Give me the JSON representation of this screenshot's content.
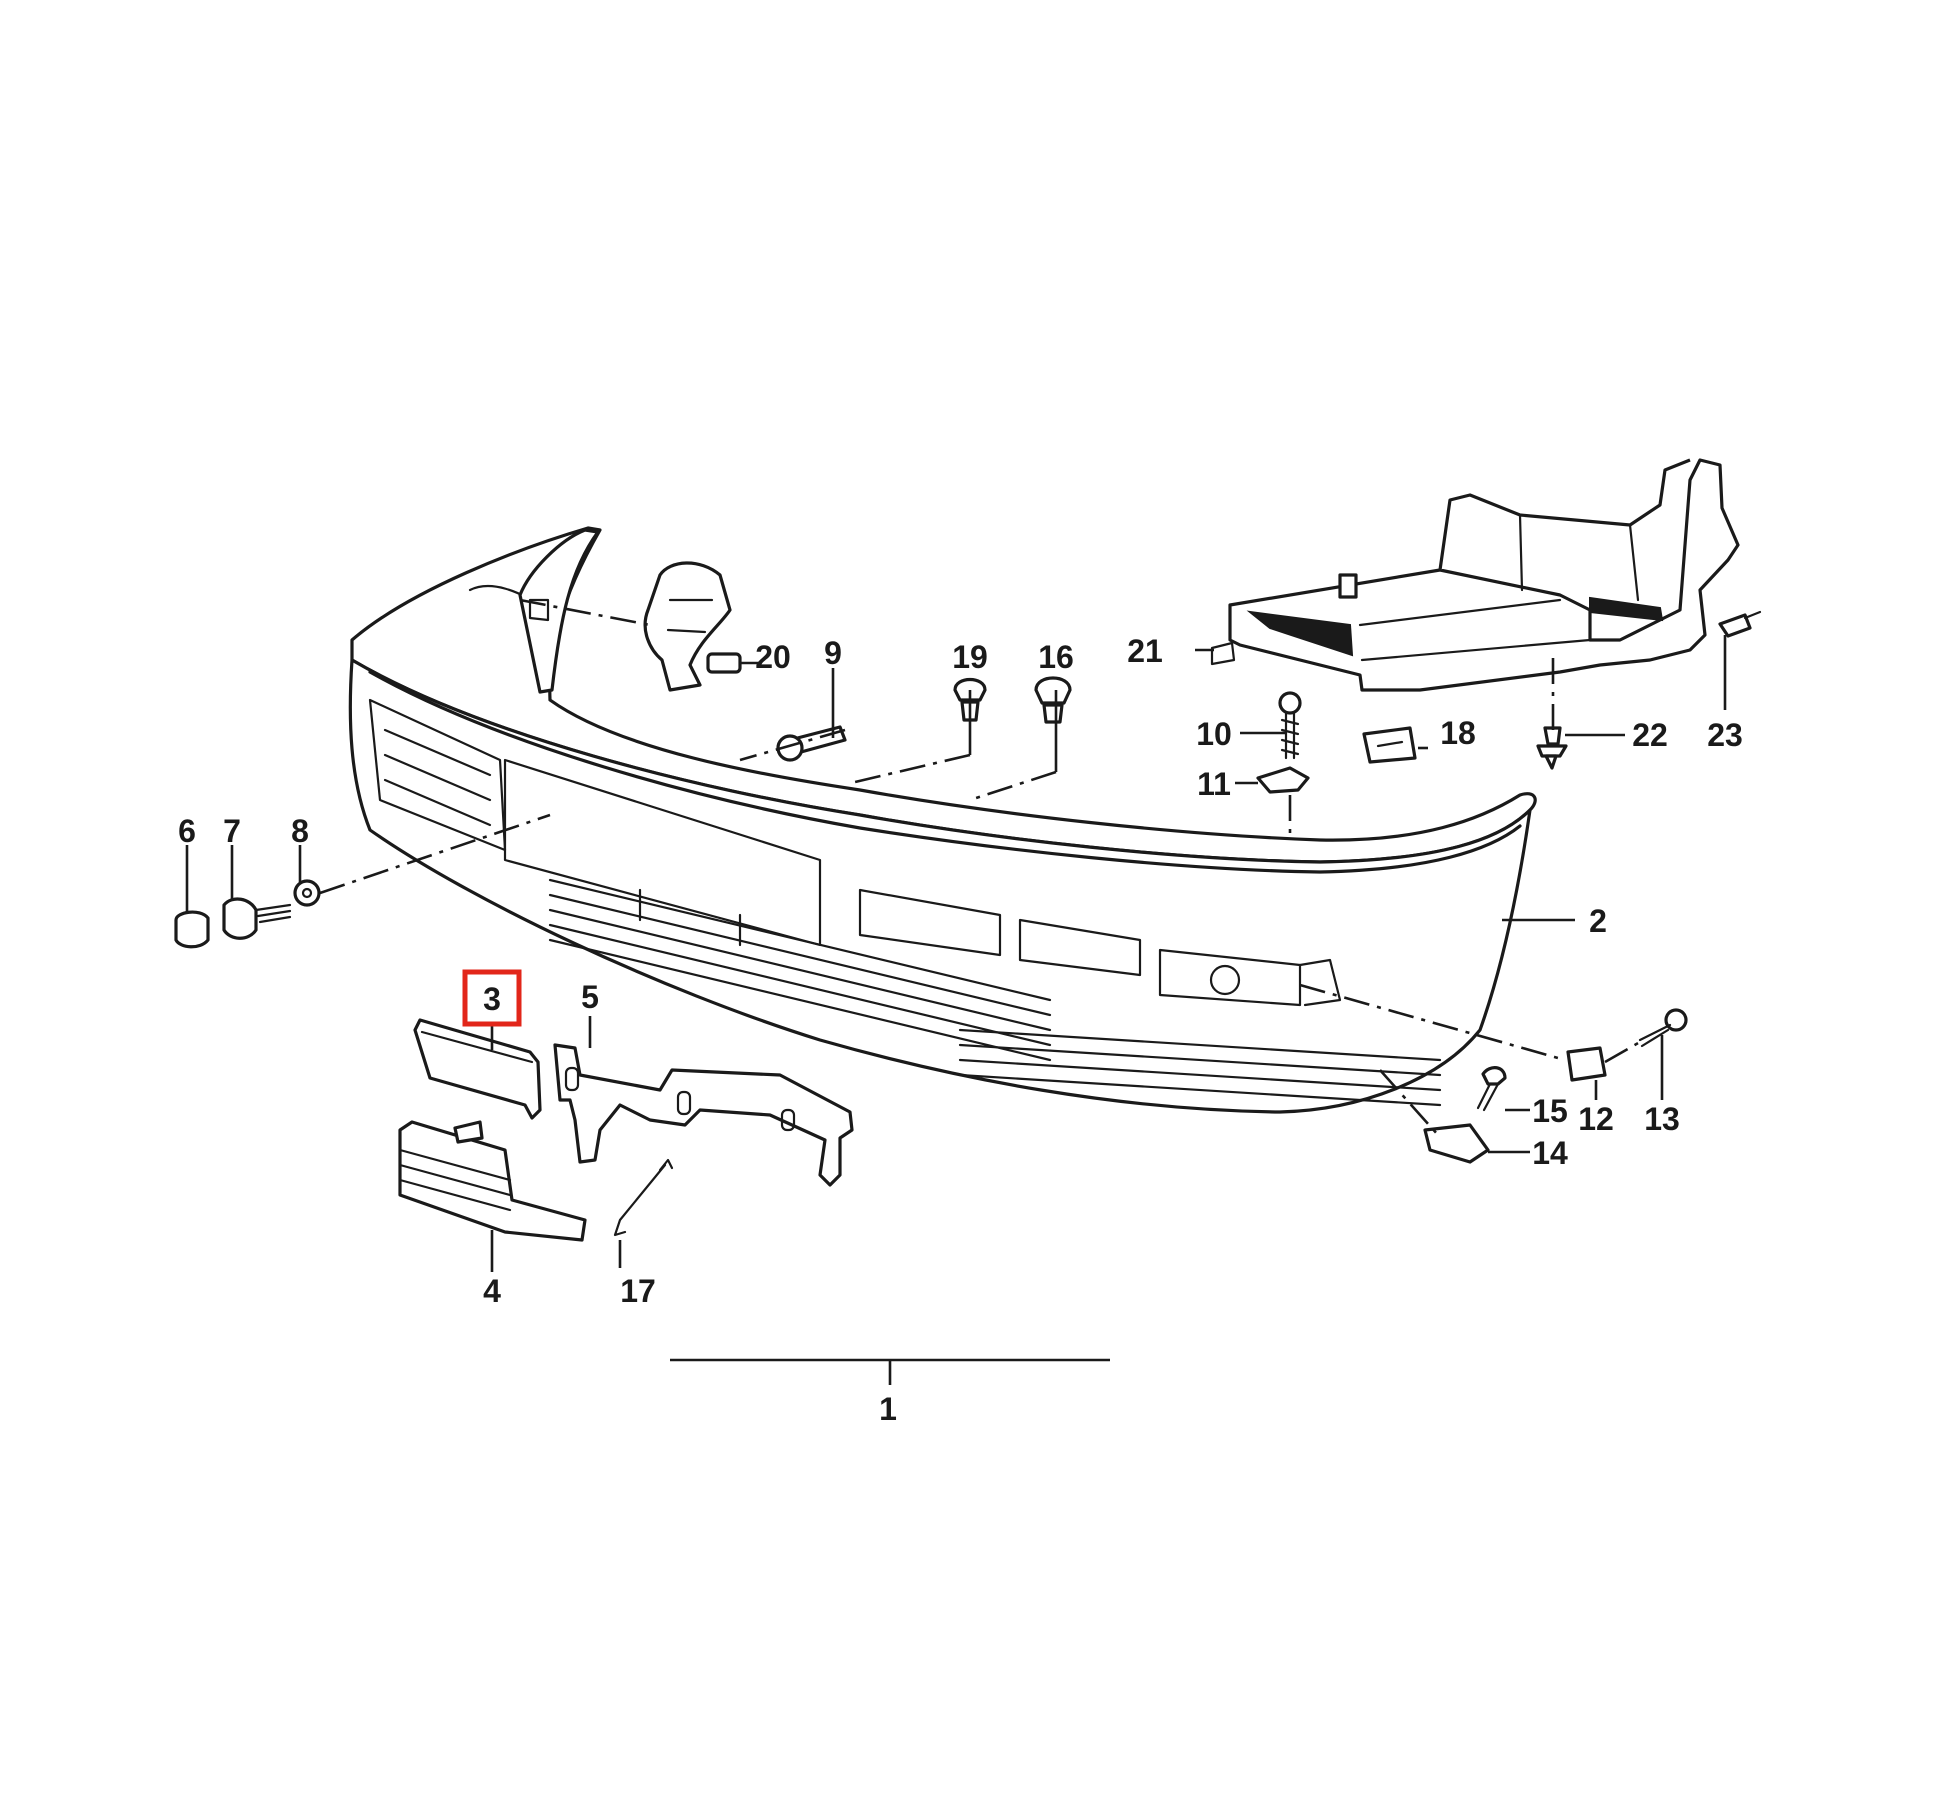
{
  "diagram": {
    "highlight_color": "#e2261a",
    "line_color": "#1a1a1a",
    "highlighted_callout": "3",
    "callouts": {
      "c1": "1",
      "c2": "2",
      "c3": "3",
      "c4": "4",
      "c5": "5",
      "c6": "6",
      "c7": "7",
      "c8": "8",
      "c9": "9",
      "c10": "10",
      "c11": "11",
      "c12": "12",
      "c13": "13",
      "c14": "14",
      "c15": "15",
      "c16": "16",
      "c17": "17",
      "c18": "18",
      "c19": "19",
      "c20": "20",
      "c21": "21",
      "c22": "22",
      "c23": "23"
    }
  }
}
